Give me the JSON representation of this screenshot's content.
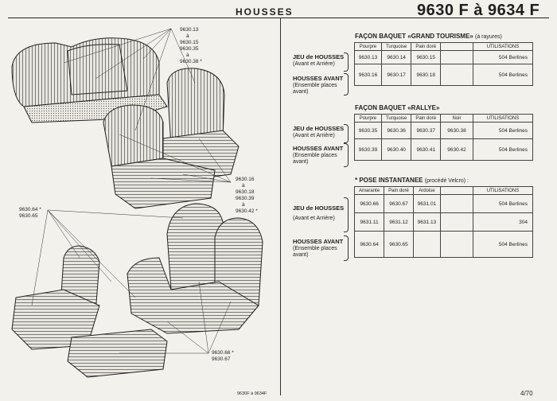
{
  "header": {
    "title": "HOUSSES",
    "ref_range": "9630 F à 9634 F"
  },
  "drawing_labels": {
    "top_group": [
      "9630.13",
      "à",
      "9630.15",
      "9630.35",
      "à",
      "9630.38 *"
    ],
    "middle_group": [
      "9630.16",
      "à",
      "9630.18",
      "9630.39",
      "à",
      "9630.42 *"
    ],
    "left_group": [
      "9630.64 *",
      "9630.65"
    ],
    "bottom_group": [
      "9630.66 *",
      "9630.67"
    ]
  },
  "sections": [
    {
      "title": "FAÇON BAQUET «GRAND TOURISME»",
      "subtitle": "(à rayures)",
      "columns": [
        "Pourpre",
        "Turquoise",
        "Pain doré",
        "",
        "UTILISATIONS"
      ],
      "rows": [
        {
          "label": "JEU de HOUSSES",
          "label2": "(Avant et Arrière)",
          "label3": "",
          "cells": [
            "9630.13",
            "9630.14",
            "9630.15",
            "",
            "504 Berlines"
          ]
        },
        {
          "label": "HOUSSES AVANT",
          "label2": "(Ensemble places",
          "label3": "avant)",
          "cells": [
            "9630.16",
            "9630.17",
            "9630.18",
            "",
            "504 Berlines"
          ]
        }
      ]
    },
    {
      "title": "FAÇON BAQUET «RALLYE»",
      "subtitle": "",
      "columns": [
        "Pourpre",
        "Turquoise",
        "Pain doré",
        "Noir",
        "UTILISATIONS"
      ],
      "rows": [
        {
          "label": "JEU de HOUSSES",
          "label2": "(Avant et Arrière)",
          "label3": "",
          "cells": [
            "9630.35",
            "9630.36",
            "9630.37",
            "9630.38",
            "504 Berlines"
          ]
        },
        {
          "label": "HOUSSES AVANT",
          "label2": "(Ensemble places",
          "label3": "avant)",
          "cells": [
            "9630.39",
            "9630.40",
            "9630.41",
            "9630.42",
            "504 Berlines"
          ]
        }
      ]
    },
    {
      "title": "* POSE INSTANTANEE",
      "subtitle": "(procédé Velcro) :",
      "columns": [
        "Amarante",
        "Pain doré",
        "Ardoise",
        "",
        "UTILISATIONS"
      ],
      "rows": [
        {
          "label": "JEU de HOUSSES",
          "label2": "(Avant et Arrière)",
          "label3": "",
          "cells": [
            "9630.66",
            "9630.67",
            "9631.01",
            "",
            "504 Berlines"
          ]
        },
        {
          "label": "",
          "label2": "",
          "label3": "",
          "cells": [
            "9631.11",
            "9631.12",
            "9631.13",
            "",
            "304"
          ]
        },
        {
          "label": "HOUSSES AVANT",
          "label2": "(Ensemble places",
          "label3": "avant)",
          "cells": [
            "9630.64",
            "9630.65",
            "",
            "",
            "504 Berlines"
          ]
        }
      ]
    }
  ],
  "footer": {
    "ref": "9630F à 9634F",
    "page": "4/70"
  }
}
